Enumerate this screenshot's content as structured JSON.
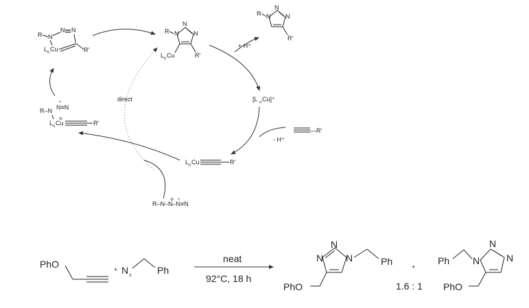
{
  "colors": {
    "ink": "#222222",
    "arrow": "#333333",
    "dotted": "#999999",
    "background": "#ffffff"
  },
  "cycle": {
    "triazolide_top": {
      "r": "R",
      "lncu": "L",
      "lncu_sub": "n",
      "lncu_tail": "Cu",
      "rprime": "R'"
    },
    "product_triazole": {
      "r": "R",
      "rprime": "R'",
      "proton": "+ H⁺"
    },
    "cu_cation": {
      "open": "[L",
      "sub": "n",
      "close": "Cu]⁺"
    },
    "alkyne_in": {
      "rprime": "—R'",
      "minus_h": "- H⁺"
    },
    "acetylide": {
      "lncu": "L",
      "sub": "n",
      "tail": "Cu",
      "rprime": "R'"
    },
    "azide_in": {
      "text": "R–N–N–N≡N",
      "minus": "⊖",
      "plus": "+"
    },
    "azide_complex": {
      "line1": "R–N",
      "nn": "N≡N",
      "plus": "+",
      "lncu": "L",
      "sub": "n",
      "cu": "Cu",
      "minus": "⊖",
      "rprime": "R'"
    },
    "metallacycle": {
      "r": "R",
      "n1": "N",
      "n2": "N",
      "n3": "N",
      "lncu": "L",
      "sub": "n",
      "cu": "Cu",
      "rprime": "R'"
    },
    "direct_label": "direct"
  },
  "reaction": {
    "alkyne": "PhO",
    "plus1": "+",
    "azide_n": "N",
    "azide_sub": "3",
    "azide_ph": "Ph",
    "condition_top": "neat",
    "condition_bottom": "92°C, 18 h",
    "product1": {
      "n1": "N",
      "n2": "N",
      "n3": "N",
      "ph": "Ph",
      "pho": "PhO"
    },
    "plus2": "+",
    "ratio": "1.6 : 1",
    "product2": {
      "ph": "Ph",
      "n1": "N",
      "n2": "N",
      "n3": "N",
      "pho": "PhO"
    }
  }
}
